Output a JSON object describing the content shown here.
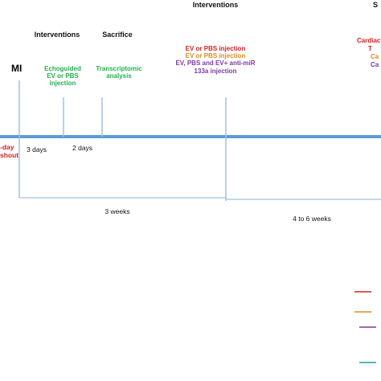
{
  "header": {
    "interventions_top": "Interventions",
    "s_top_cut": "S",
    "interventions_left": "Interventions",
    "sacrifice": "Sacrifice"
  },
  "timeline": {
    "mi": "MI",
    "washout": [
      "-day",
      "shout"
    ],
    "gap_1": "3 days",
    "gap_2": "2 days",
    "span_1": "3 weeks",
    "span_2": "4 to 6 weeks"
  },
  "events": {
    "echo": [
      "Echoguided",
      "EV or PBS",
      "injection"
    ],
    "transcriptomic": [
      "Transcriptomic",
      "analysis"
    ],
    "injection_red": "EV or PBS injection",
    "injection_orange": "EV or PBS injection",
    "injection_purple": [
      "EV, PBS and EV+ anti-miR",
      "133a injection"
    ],
    "right_red": [
      "Cardiac",
      "T"
    ],
    "right_orange": "Ca",
    "right_purple": "Ca"
  },
  "colors": {
    "axis": "#5b9bd5",
    "guide": "#9dc3e6",
    "green": "#22b14c",
    "red": "#d62020",
    "orange": "#e08a1e",
    "purple": "#7a3aa0",
    "teal": "#1aa2a0"
  },
  "legend": [
    "red",
    "orange",
    "purple",
    "teal"
  ]
}
